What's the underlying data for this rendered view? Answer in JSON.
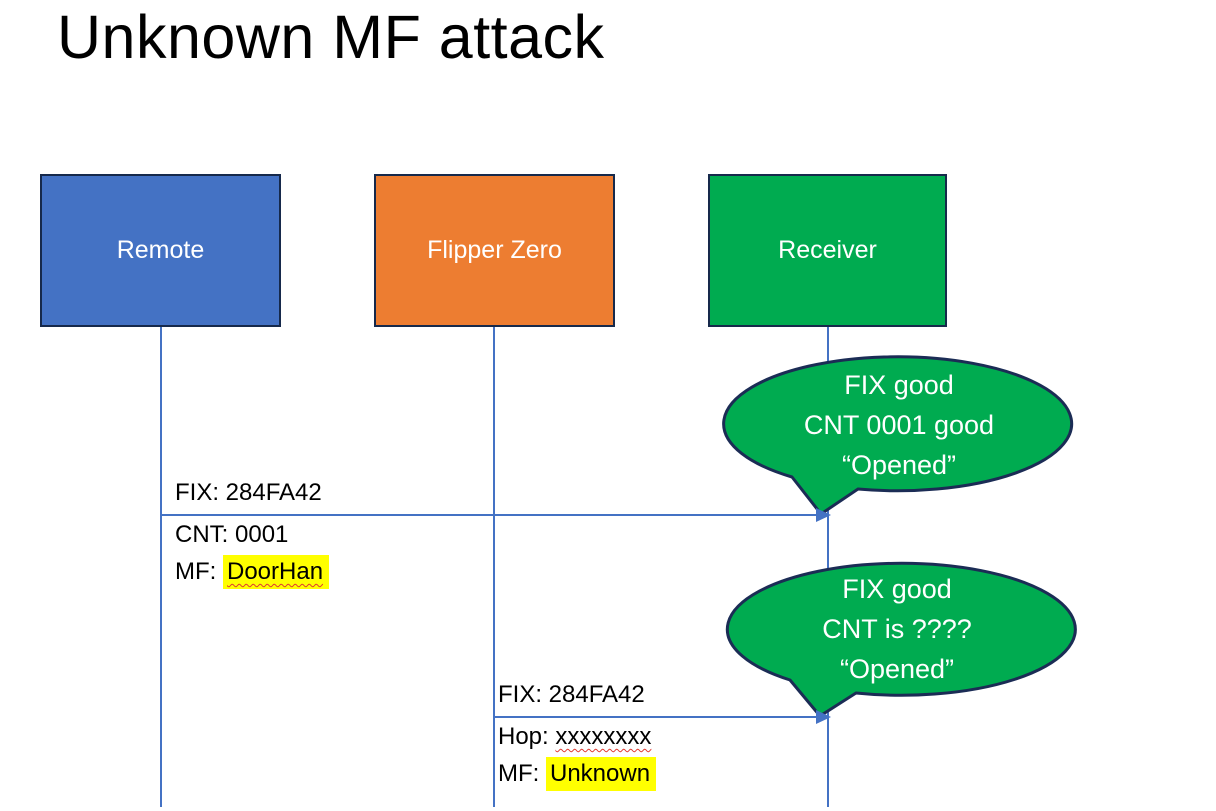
{
  "title": "Unknown MF attack",
  "actors": {
    "remote": {
      "label": "Remote",
      "color": "#4472C4"
    },
    "flipper": {
      "label": "Flipper Zero",
      "color": "#ED7D31"
    },
    "receiver": {
      "label": "Receiver",
      "color": "#00AB50"
    }
  },
  "colors": {
    "box_border": "#16294B",
    "lifeline": "#4472C4",
    "arrow": "#4472C4",
    "bubble_fill": "#00AB50",
    "bubble_border": "#1B2C55",
    "highlight": "#FFFF00",
    "squiggle": "#E0392F",
    "label_text": "#000000",
    "bubble_text": "#FFFFFF"
  },
  "message1": {
    "above": "FIX: 284FA42",
    "line2": "CNT: 0001",
    "line3_prefix": "MF: ",
    "line3_term": "DoorHan"
  },
  "message2": {
    "above": "FIX: 284FA42",
    "line2_prefix": "Hop: ",
    "line2_term": "xxxxxxxx",
    "line3_prefix": "MF: ",
    "line3_term": "Unknown"
  },
  "bubble1": {
    "line1": "FIX good",
    "line2": "CNT 0001 good",
    "line3": "“Opened”"
  },
  "bubble2": {
    "line1": "FIX good",
    "line2": "CNT is ????",
    "line3": "“Opened”"
  }
}
